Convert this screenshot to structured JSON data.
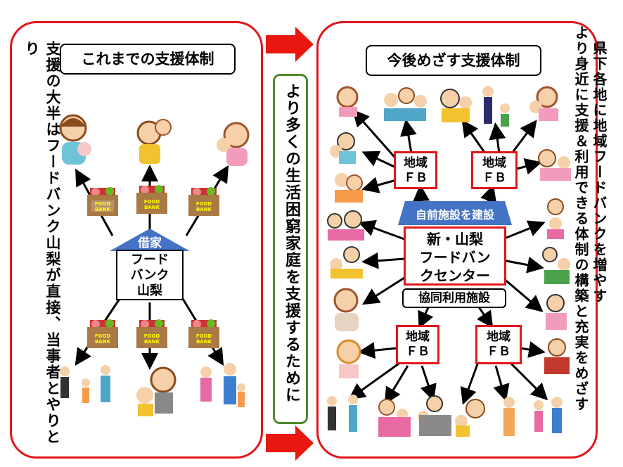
{
  "left_panel": {
    "title": "これまでの支援体制",
    "vertical_caption": "支援の大半はフードバンク山梨が直接、当事者とやりとり",
    "roof_label": "借家",
    "center_node": "フード\nバンク\n山梨",
    "box_icon_text": "FOOD\nBANK"
  },
  "middle": {
    "vertical_caption": "より多くの生活困窮家庭を支援するために"
  },
  "right_panel": {
    "title": "今後めざす支援体制",
    "vertical_caption_1": "県下各地に地域フードバンクを増やす",
    "vertical_caption_2": "より身近に支援＆利用できる体制の構築と充実をめざす",
    "roof_label": "自前施設を建設",
    "center_node": "新・山梨\nフードバン\nクセンター",
    "shared_facility": "協同利用施設",
    "regional_node": "地域\nＦＢ"
  },
  "colors": {
    "panel_border": "#e0161c",
    "arrow": "#e8170f",
    "roof": "#4472c4",
    "middle_border": "#4f8a2c",
    "box_brown": "#a97a45"
  },
  "icons": [
    "family-icon",
    "food-bank-box-icon",
    "mother-child-icon",
    "child-icon"
  ]
}
